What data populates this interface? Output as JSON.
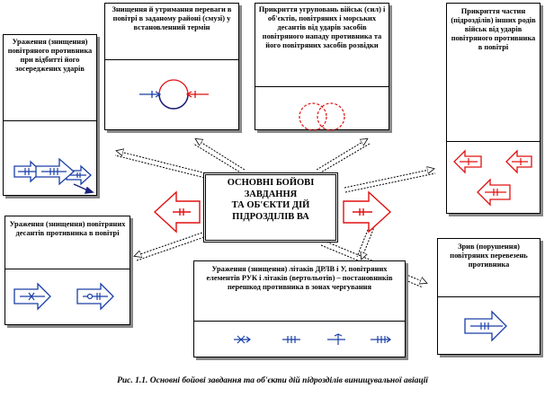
{
  "center": {
    "lines": [
      "ОСНОВНІ БОЙОВІ",
      "ЗАВДАННЯ",
      "ТА ОБ'ЄКТИ ДІЙ",
      "ПІДРОЗДІЛІВ ВА"
    ]
  },
  "boxes": {
    "top_left": "Ураження (знищення) повітряного противника при відбитті його зосереджених ударів",
    "top_center": "Знищення й утримання переваги в повітрі в заданому районі (смузі) у встановленний термін",
    "top_right_center": "Прикриття угруповань військ (сил) і об'єктів, повітряних і морських десантів від ударів засобів повітряного нападу противника та його повітряних засобів розвідки",
    "top_right": "Прикриття частин (підрозділів) інших родів військ від ударів повітряного противника в повітрі",
    "mid_left": "Ураження (знищення) повітряних десантів противника в повітрі",
    "bottom_center": "Ураження (знищення) літаків ДРЛВ і У, повітряних елементів РУК і літаків (вертольотів) – постановників перешкод противника в зонах чергування",
    "bottom_right": "Зрив (порушення) повітряних перевезень противника"
  },
  "caption": "Рис. 1.1. Основні бойові завдання та об'єкти дій підрозділів винищувальної авіації",
  "colors": {
    "blue": "#1a3fa8",
    "red": "#e01010",
    "navy": "#1a237e"
  }
}
